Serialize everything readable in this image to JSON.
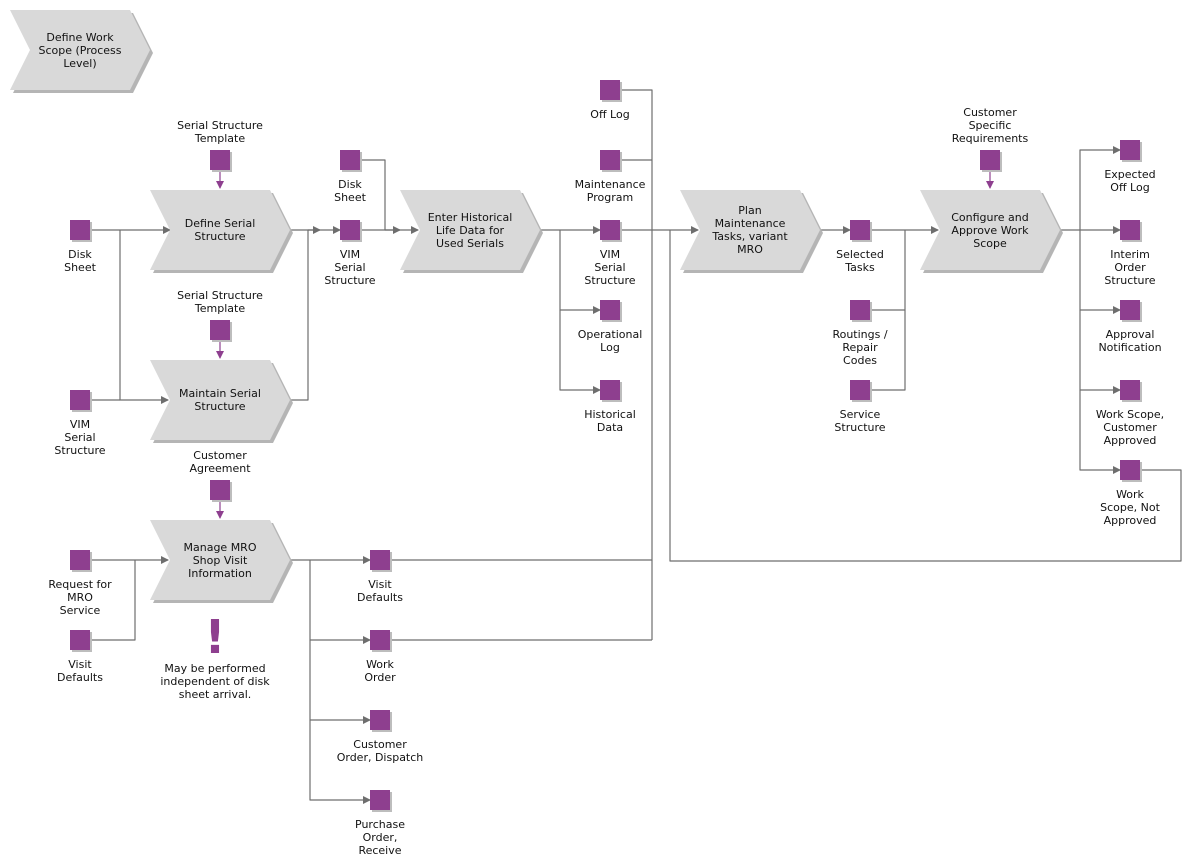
{
  "colors": {
    "process_fill": "#d9d9d9",
    "process_shadow": "#b5b5b5",
    "info_fill": "#8e3f8f",
    "connector": "#6e6e6e",
    "note_accent": "#8e3f8f"
  },
  "header": {
    "label": "Define Work\nScope (Process\nLevel)"
  },
  "processes": {
    "define_serial_structure": "Define Serial\nStructure",
    "maintain_serial_structure": "Maintain Serial\nStructure",
    "manage_mro_shop_visit": "Manage MRO\nShop Visit\nInformation",
    "enter_historical_life_data": "Enter Historical\nLife Data for\nUsed Serials",
    "plan_maintenance_tasks": "Plan\nMaintenance\nTasks, variant\nMRO",
    "configure_approve_work_scope": "Configure and\nApprove Work\nScope"
  },
  "info_objects": {
    "serial_structure_template_1": "Serial Structure\nTemplate",
    "serial_structure_template_2": "Serial Structure\nTemplate",
    "disk_sheet_1": "Disk\nSheet",
    "vim_serial_structure_1": "VIM\nSerial\nStructure",
    "customer_agreement": "Customer\nAgreement",
    "request_for_mro_service": "Request for\nMRO\nService",
    "visit_defaults_1": "Visit\nDefaults",
    "disk_sheet_2": "Disk\nSheet",
    "vim_serial_structure_2": "VIM\nSerial\nStructure",
    "visit_defaults_2": "Visit\nDefaults",
    "work_order": "Work\nOrder",
    "customer_order_dispatch": "Customer\nOrder, Dispatch",
    "purchase_order_receive": "Purchase\nOrder,\nReceive",
    "off_log": "Off Log",
    "maintenance_program": "Maintenance\nProgram",
    "vim_serial_structure_3": "VIM\nSerial\nStructure",
    "operational_log": "Operational\nLog",
    "historical_data": "Historical\nData",
    "selected_tasks": "Selected\nTasks",
    "routings_repair_codes": "Routings /\nRepair\nCodes",
    "service_structure": "Service\nStructure",
    "customer_specific_requirements": "Customer\nSpecific\nRequirements",
    "expected_off_log": "Expected\nOff Log",
    "interim_order_structure": "Interim\nOrder\nStructure",
    "approval_notification": "Approval\nNotification",
    "work_scope_customer_approved": "Work Scope,\nCustomer\nApproved",
    "work_scope_not_approved": "Work\nScope, Not\nApproved"
  },
  "note": {
    "mark": "!",
    "text": "May be performed\nindependent of disk\nsheet arrival."
  }
}
